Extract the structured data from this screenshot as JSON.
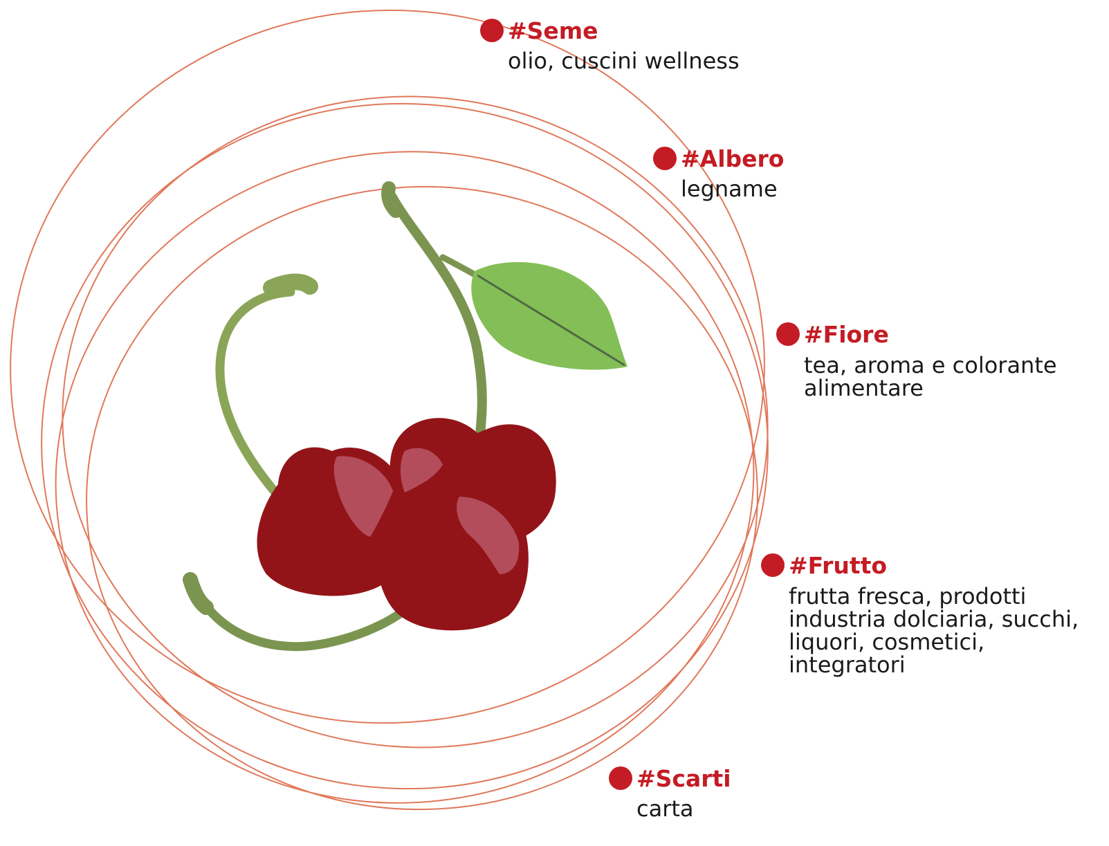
{
  "colors": {
    "accent": "#c41c24",
    "orbit": "#e0785a",
    "cherry": "#931418",
    "highlight": "#b34d5c",
    "stem": "#8aa558",
    "leaf": "#84be57",
    "text": "#1a1a1a"
  },
  "labels": {
    "seme": {
      "tag": "#Seme",
      "lines": [
        "olio, cuscini wellness"
      ]
    },
    "albero": {
      "tag": "#Albero",
      "lines": [
        "legname"
      ]
    },
    "fiore": {
      "tag": "#Fiore",
      "lines": [
        "tea, aroma e colorante",
        "alimentare"
      ]
    },
    "frutto": {
      "tag": "#Frutto",
      "lines": [
        "frutta fresca, prodotti",
        "industria dolciaria, succhi,",
        "liquori, cosmetici,",
        "integratori"
      ]
    },
    "scarti": {
      "tag": "#Scarti",
      "lines": [
        "carta"
      ]
    }
  }
}
